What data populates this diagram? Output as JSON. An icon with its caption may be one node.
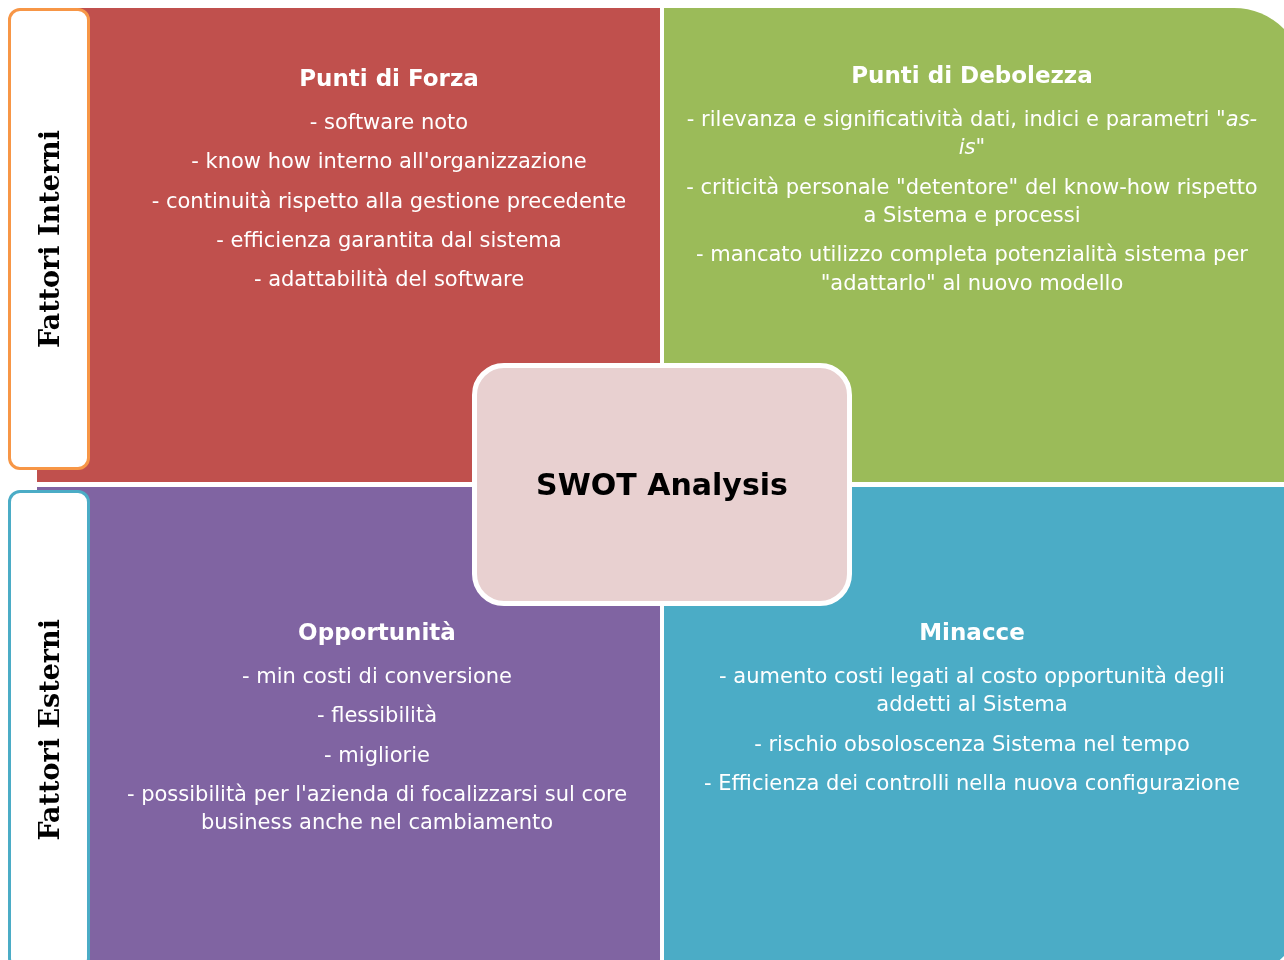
{
  "diagram": {
    "nodes": [
      {
        "text": [
          "Fattori Interni"
        ]
      },
      {
        "text": [
          "Fattori Esterni"
        ]
      },
      {
        "text": [
          "Punti di Forza",
          "- software noto",
          "- know how interno all'organizzazione",
          "- continuità rispetto alla gestione precedente",
          "- efficienza garantita dal sistema",
          "- adattabilità del software"
        ]
      },
      {
        "text": [
          "Punti di Debolezza",
          "- rilevanza e significatività dati, indici e parametri \"*as-is*\"",
          "- criticità personale \"detentore\" del know-how rispetto a Sistema e processi",
          "- mancato utilizzo completa potenzialità sistema per \"adattarlo\" al nuovo modello"
        ]
      },
      {
        "text": [
          "Opportunità",
          "- min costi di conversione",
          "- flessibilità",
          "- migliorie",
          "- possibilità per l'azienda di focalizzarsi sul core business anche nel cambiamento"
        ]
      },
      {
        "text": [
          "Minacce",
          "- aumento costi legati al costo opportunità degli addetti al Sistema",
          "- rischio obsoloscenza Sistema nel tempo",
          "- Efficienza dei controlli nella nuova configurazione"
        ]
      },
      {
        "text": [
          "SWOT Analysis"
        ]
      }
    ],
    "edges": []
  }
}
